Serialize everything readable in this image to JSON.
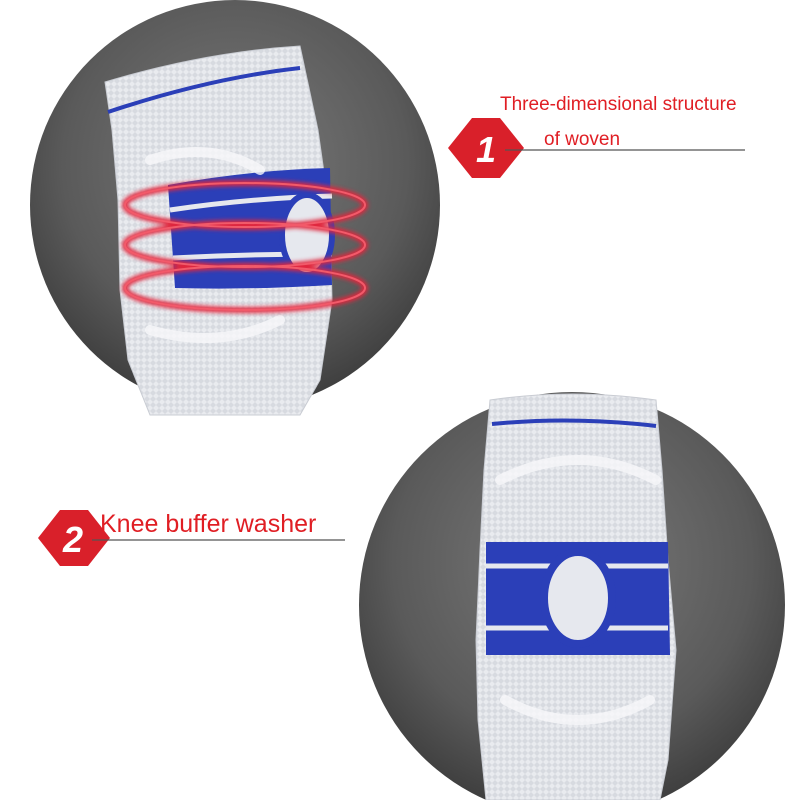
{
  "features": [
    {
      "number": "1",
      "line1": "Three-dimensional structure",
      "line2": "of woven",
      "accent": "#e01e24"
    },
    {
      "number": "2",
      "title": "Knee buffer washer",
      "accent": "#e01e24"
    }
  ],
  "colors": {
    "circle_bg": "#5c5c5c",
    "brace": "#e6e8ee",
    "band": "#2b3fb8",
    "ring": "#e0263c",
    "badge": "#d9202a"
  }
}
